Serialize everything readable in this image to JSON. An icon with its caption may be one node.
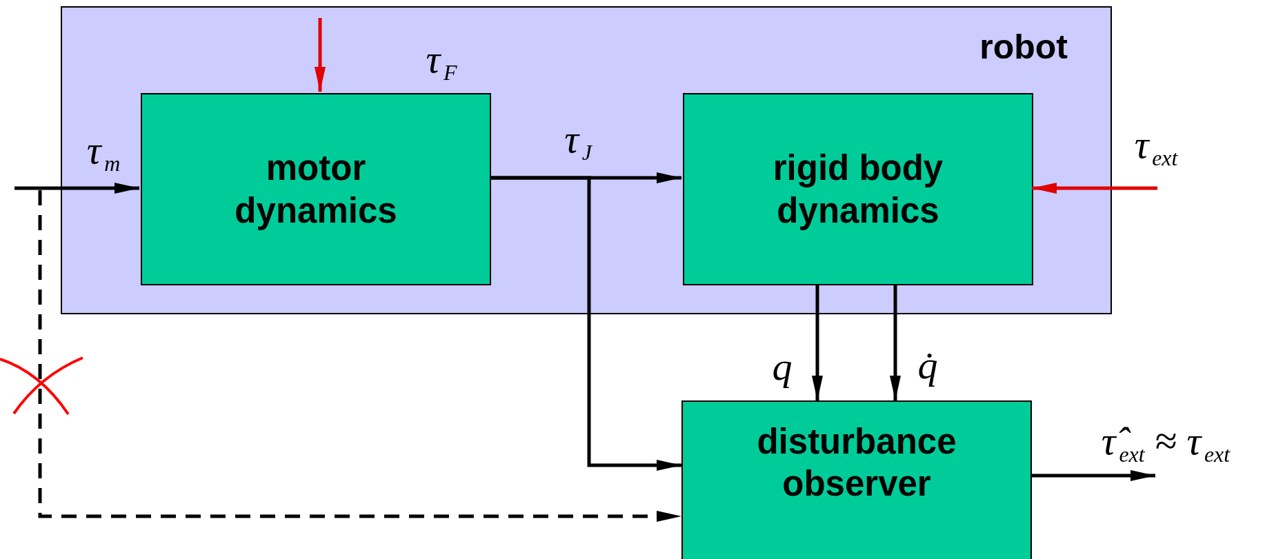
{
  "diagram": {
    "nodes": [
      {
        "text": [
          "robot"
        ]
      },
      {
        "text": [
          "motor dynamics"
        ],
        "in": 0
      },
      {
        "text": [
          "rigid body dynamics"
        ],
        "in": 0
      },
      {
        "text": [
          "disturbance observer"
        ]
      }
    ],
    "edges": [
      {
        "from": null,
        "to": 1,
        "arrow": "to",
        "label": "τ$_{m}$"
      },
      {
        "from": null,
        "to": 1,
        "arrow": "to",
        "label": "τ$_{F}$",
        "color": "#e00000"
      },
      {
        "from": 1,
        "to": 2,
        "arrow": "to",
        "label": "τ$_{J}$"
      },
      {
        "from": 1,
        "to": 3,
        "arrow": "to"
      },
      {
        "from": null,
        "to": 2,
        "arrow": "to",
        "label": "τ$_{ext}$",
        "color": "#e00000"
      },
      {
        "from": 2,
        "to": 3,
        "arrow": "to",
        "label": "q"
      },
      {
        "from": 2,
        "to": 3,
        "arrow": "to",
        "label": "q̇"
      },
      {
        "from": 3,
        "to": null,
        "arrow": "to",
        "label": "τ̂$_{ext}$ ≈ τ$_{ext}$"
      },
      {
        "from": null,
        "to": 3,
        "arrow": "to",
        "style": "dashed"
      }
    ]
  }
}
